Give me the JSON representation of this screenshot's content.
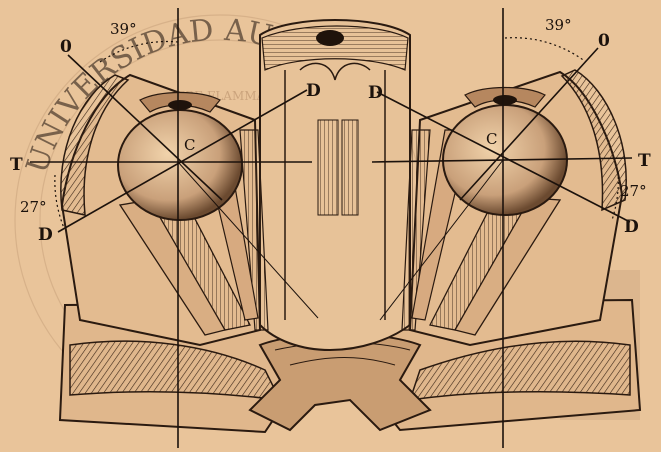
{
  "figure": {
    "watermark": "UNIVERSIDAD AUTONOMA",
    "watermark_motto": "ALERE FLAMMAM",
    "labels": {
      "angle_top_left": "39°",
      "angle_top_right": "39°",
      "angle_side_left": "27°",
      "angle_side_right": "27°",
      "o_left": "0",
      "o_right": "0",
      "d_top_left": "D",
      "d_top_right": "D",
      "d_bottom_left": "D",
      "d_bottom_right": "D",
      "t_left": "T",
      "t_right": "T",
      "c_left": "C",
      "c_right": "C"
    }
  }
}
